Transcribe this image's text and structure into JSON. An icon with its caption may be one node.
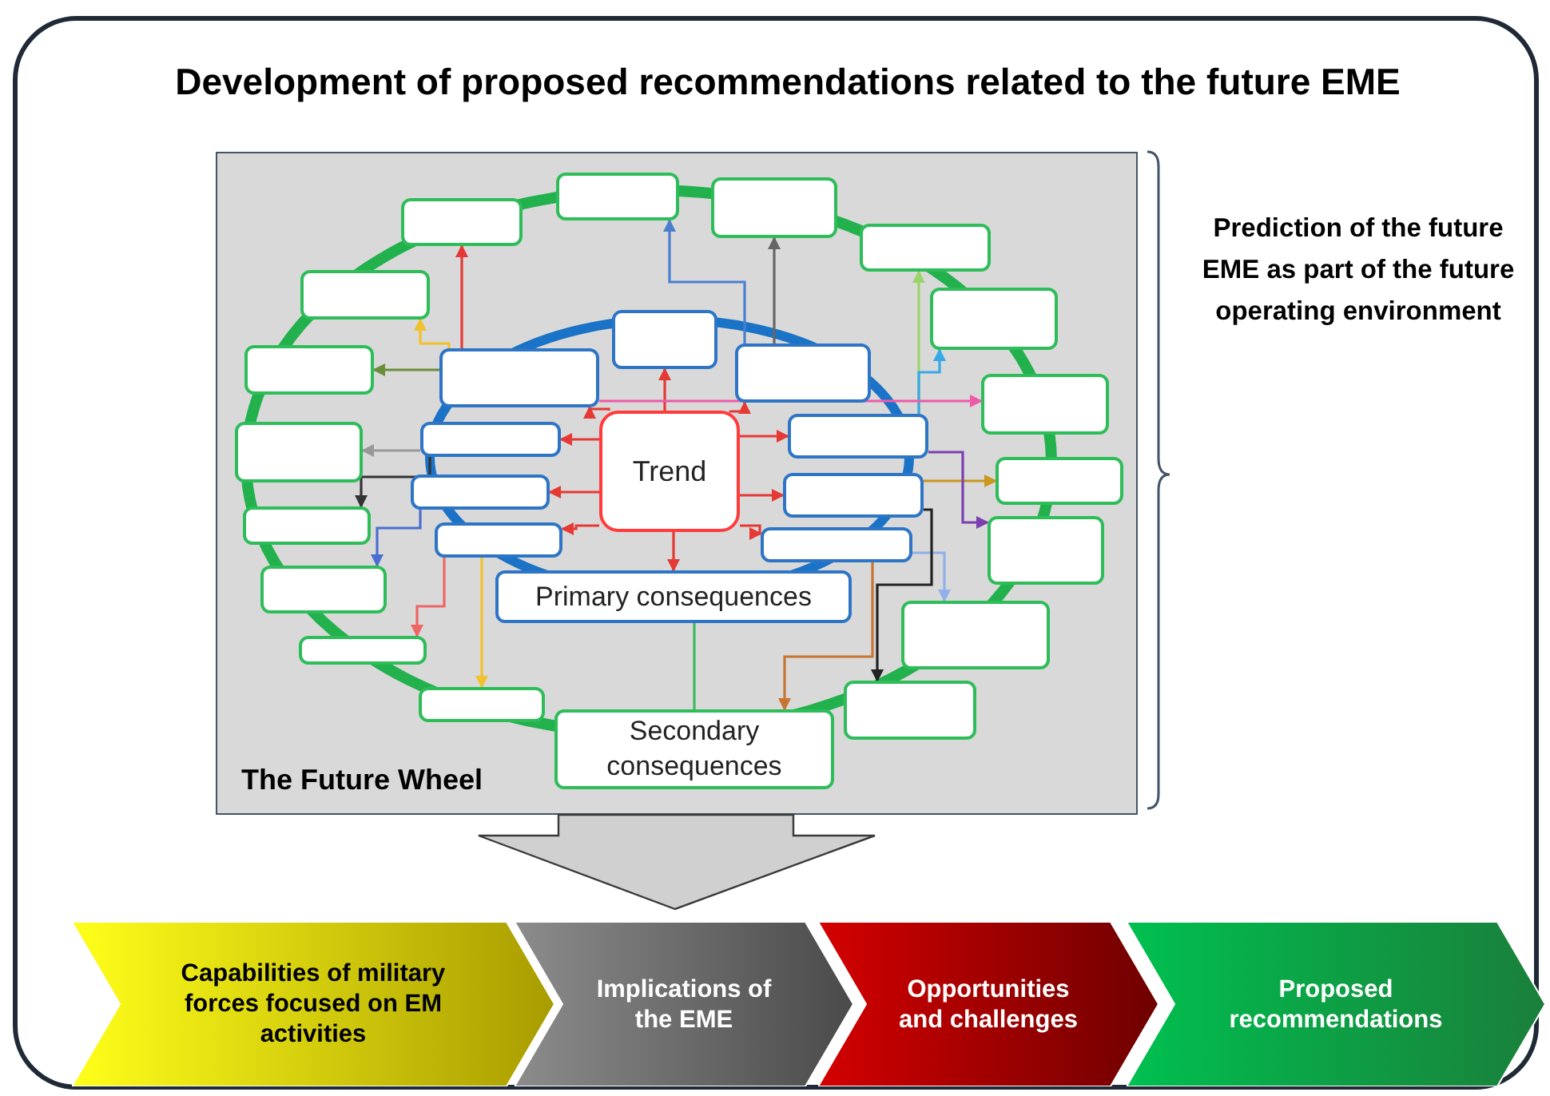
{
  "diagram": {
    "title": "Development of proposed recommendations related to the future EME",
    "nodes": [
      {
        "text": [
          "The Future Wheel"
        ]
      },
      {
        "text": [
          "Trend"
        ],
        "in": 0
      },
      {
        "text": [
          "Primary consequences"
        ],
        "in": 0
      },
      {
        "text": [
          "Secondary consequences"
        ],
        "in": 0
      },
      {
        "text": [],
        "shape": "box",
        "in": 0
      },
      {
        "text": [],
        "shape": "box",
        "in": 0
      },
      {
        "text": [],
        "shape": "box",
        "in": 0
      },
      {
        "text": [],
        "shape": "box",
        "in": 0
      },
      {
        "text": [],
        "shape": "box",
        "in": 0
      },
      {
        "text": [],
        "shape": "box",
        "in": 0
      },
      {
        "text": [],
        "shape": "box",
        "in": 0
      },
      {
        "text": [],
        "shape": "box",
        "in": 0
      },
      {
        "text": [],
        "shape": "box",
        "in": 0
      },
      {
        "text": [],
        "shape": "box",
        "in": 0
      },
      {
        "text": [],
        "shape": "box",
        "in": 0
      },
      {
        "text": [],
        "shape": "box",
        "in": 0
      },
      {
        "text": [],
        "shape": "box",
        "in": 0
      },
      {
        "text": [],
        "shape": "box",
        "in": 0
      },
      {
        "text": [],
        "shape": "box",
        "in": 0
      },
      {
        "text": [],
        "shape": "box",
        "in": 0
      },
      {
        "text": [],
        "shape": "box",
        "in": 0
      },
      {
        "text": [],
        "shape": "box",
        "in": 0
      },
      {
        "text": [],
        "shape": "box",
        "in": 0
      },
      {
        "text": [],
        "shape": "box",
        "in": 0
      },
      {
        "text": [],
        "shape": "box",
        "in": 0
      },
      {
        "text": [],
        "shape": "box",
        "in": 0
      },
      {
        "text": [],
        "shape": "box",
        "in": 0
      },
      {
        "text": [],
        "shape": "box",
        "in": 0
      },
      {
        "text": [],
        "shape": "box",
        "in": 0
      },
      {
        "text": [],
        "shape": "box",
        "in": 0
      },
      {
        "text": [
          "Capabilities of military forces focused on EM activities"
        ]
      },
      {
        "text": [
          "Implications of the EME"
        ]
      },
      {
        "text": [
          "Opportunities and challenges"
        ]
      },
      {
        "text": [
          "Proposed recommendations"
        ]
      }
    ],
    "edges": [
      {
        "from": 0,
        "to": null,
        "arrow": "to",
        "style": "thick"
      },
      {
        "from": 1,
        "to": 4,
        "arrow": "to"
      },
      {
        "from": 1,
        "to": 5,
        "arrow": "to"
      },
      {
        "from": 1,
        "to": 6,
        "arrow": "to"
      },
      {
        "from": 1,
        "to": 7,
        "arrow": "to"
      },
      {
        "from": 1,
        "to": 8,
        "arrow": "to"
      },
      {
        "from": 1,
        "to": 9,
        "arrow": "to"
      },
      {
        "from": 1,
        "to": 10,
        "arrow": "to"
      },
      {
        "from": 1,
        "to": 11,
        "arrow": "to"
      },
      {
        "from": 1,
        "to": 12,
        "arrow": "to"
      },
      {
        "from": 1,
        "to": 2,
        "arrow": "to"
      },
      {
        "from": 5,
        "to": 13,
        "arrow": "to"
      },
      {
        "from": 6,
        "to": 14,
        "arrow": "to",
        "color": "#4a7fd0"
      },
      {
        "from": 6,
        "to": 15,
        "arrow": "to",
        "color": "#666666"
      },
      {
        "from": 10,
        "to": 16,
        "arrow": "to",
        "color": "#9bd46a"
      },
      {
        "from": 10,
        "to": 17,
        "arrow": "to",
        "color": "#36a9e8"
      },
      {
        "from": 5,
        "to": 18,
        "arrow": "to",
        "color": "#ee5aa8"
      },
      {
        "from": 11,
        "to": 19,
        "arrow": "to",
        "color": "#c9981c"
      },
      {
        "from": 10,
        "to": 20,
        "arrow": "to",
        "color": "#7b3fb0"
      },
      {
        "from": 12,
        "to": 21,
        "arrow": "to",
        "color": "#8fb0e8"
      },
      {
        "from": 11,
        "to": 22,
        "arrow": "to",
        "color": "#222222"
      },
      {
        "from": 12,
        "to": 3,
        "arrow": "to",
        "color": "#c87533"
      },
      {
        "from": 2,
        "to": 3,
        "arrow": "none",
        "color": "#3dba5c"
      },
      {
        "from": 9,
        "to": 23,
        "arrow": "to",
        "color": "#f2c12e"
      },
      {
        "from": 9,
        "to": 24,
        "arrow": "to",
        "color": "#ee6666"
      },
      {
        "from": 8,
        "to": 25,
        "arrow": "to",
        "color": "#4a6fd0"
      },
      {
        "from": 7,
        "to": 26,
        "arrow": "to",
        "color": "#333333"
      },
      {
        "from": 7,
        "to": 27,
        "arrow": "to",
        "color": "#999999"
      },
      {
        "from": 5,
        "to": 28,
        "arrow": "to",
        "color": "#6b8e3a"
      },
      {
        "from": 5,
        "to": 29,
        "arrow": "to",
        "color": "#f2c12e"
      }
    ],
    "labels": [
      "Prediction of the future EME as part of the future operating environment"
    ]
  }
}
